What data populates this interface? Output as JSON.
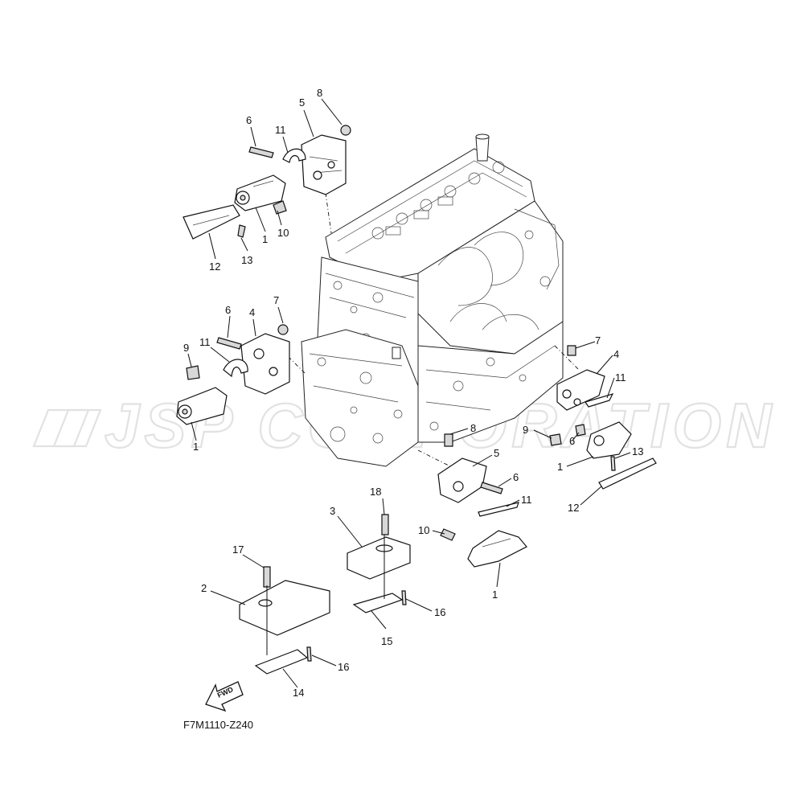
{
  "watermark": "JSP CORPORATION",
  "diagram_code": "F7M1110-Z240",
  "fwd_label": "FWD",
  "callouts": {
    "n1": "1",
    "n2": "2",
    "n3": "3",
    "n4": "4",
    "n5": "5",
    "n6": "6",
    "n7": "7",
    "n8": "8",
    "n9": "9",
    "n10": "10",
    "n11": "11",
    "n12": "12",
    "n13": "13",
    "n14": "14",
    "n15": "15",
    "n16": "16",
    "n17": "17",
    "n18": "18"
  }
}
